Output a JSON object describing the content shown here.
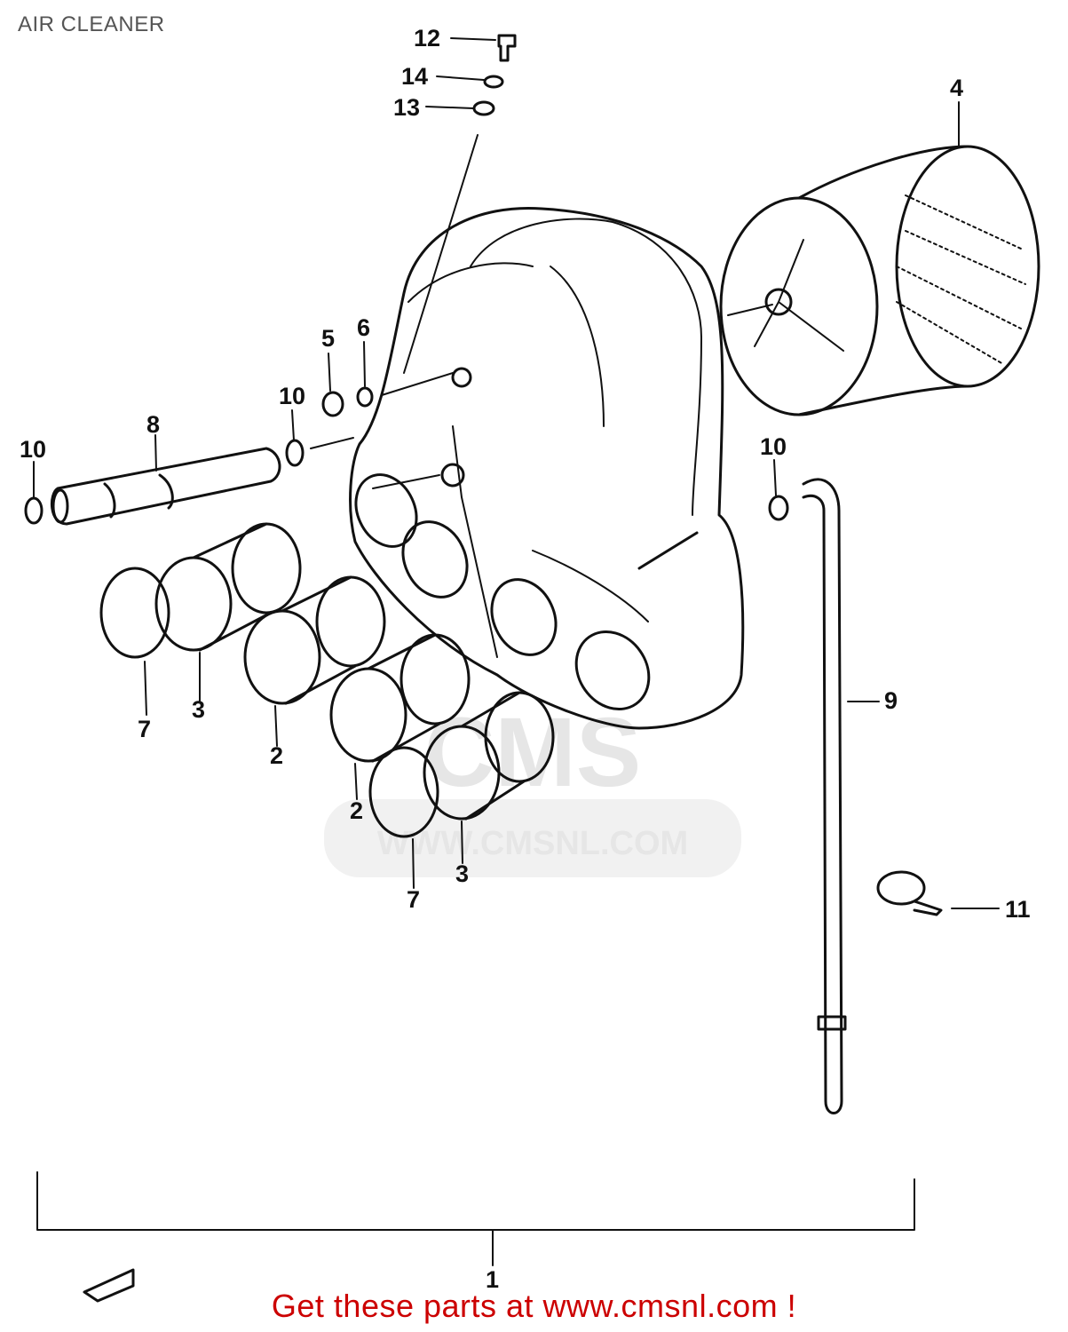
{
  "title": "AIR CLEANER",
  "promo": "Get these parts at www.cmsnl.com !",
  "watermark": {
    "brand": "CMS",
    "site": "WWW.CMSNL.COM"
  },
  "callouts": [
    "1",
    "2",
    "2",
    "3",
    "3",
    "4",
    "5",
    "6",
    "7",
    "7",
    "8",
    "9",
    "10",
    "10",
    "10",
    "11",
    "12",
    "13",
    "14"
  ],
  "colors": {
    "promo": "#cc0000",
    "line": "#111111",
    "watermark": "#e6e6e6"
  }
}
